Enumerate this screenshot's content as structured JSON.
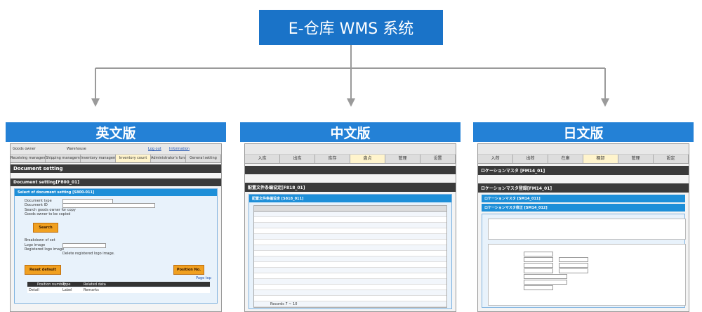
{
  "title": "E-仓库 WMS 系统",
  "colors": {
    "accent": "#1a73c8",
    "panel_header": "#2481d6",
    "connector": "#9a9a9a",
    "orange": "#f0a020"
  },
  "panels": [
    {
      "label": "英文版",
      "topbar": {
        "goods_owner": "Goods owner",
        "warehouse": "Warehouse",
        "logout": "Log out",
        "info": "Information"
      },
      "tabs": [
        "Receiving management",
        "Shipping management",
        "Inventory management",
        "Inventory count",
        "Administrator's function",
        "General setting"
      ],
      "page_title": "Document setting",
      "section_title": "Document setting[F800_01]",
      "sub_title": "Select of document setting [S800-011]",
      "form": {
        "doc_type": "Document type",
        "doc_id": "Document ID",
        "search_goods": "Search goods owner for copy",
        "goods_owner": "Goods owner to be copied",
        "breakdown": "Breakdown of set",
        "logo_image": "Logo image",
        "registered_logo": "Registered logo image",
        "delete_logo": "Delete registered logo image."
      },
      "buttons": {
        "search": "Search",
        "reset": "Reset default",
        "position": "Position No."
      },
      "page_top": "Page top",
      "table_headers": [
        "Position number",
        "Type",
        "Related data"
      ],
      "table_row": [
        "Detail",
        "Label",
        "Remarks"
      ]
    },
    {
      "label": "中文版",
      "tabs": [
        "入库",
        "出库",
        "库存",
        "盘点",
        "管理",
        "设置"
      ],
      "section_title": "配置文件条编设定[F818_01]",
      "sub_title": "配置文件条编设定 [S818_011]",
      "table_footer": "Records 7 ~ 10"
    },
    {
      "label": "日文版",
      "tabs": [
        "入荷",
        "出荷",
        "在庫",
        "棚卸",
        "管理",
        "設定"
      ],
      "page_title": "ロケーションマスタ [FM14_01]",
      "section_title": "ロケーションマスタ登録[FM14_01]",
      "sub1": "ロケーションマスタ [SM14_011]",
      "sub2": "ロケーションマスタ修正 [SM14_012]"
    }
  ]
}
